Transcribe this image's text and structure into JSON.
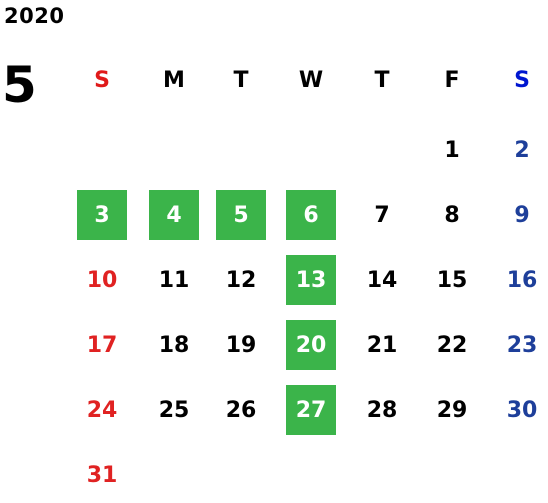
{
  "year": "2020",
  "month": "5",
  "weekdays": [
    "S",
    "M",
    "T",
    "W",
    "T",
    "F",
    "S"
  ],
  "colors": {
    "sunday": "#e02222",
    "saturday": "#1e3f9a",
    "highlight_bg": "#3bb44a",
    "highlight_text": "#ffffff"
  },
  "weeks": [
    [
      "",
      "",
      "",
      "",
      "",
      "1",
      "2"
    ],
    [
      "3",
      "4",
      "5",
      "6",
      "7",
      "8",
      "9"
    ],
    [
      "10",
      "11",
      "12",
      "13",
      "14",
      "15",
      "16"
    ],
    [
      "17",
      "18",
      "19",
      "20",
      "21",
      "22",
      "23"
    ],
    [
      "24",
      "25",
      "26",
      "27",
      "28",
      "29",
      "30"
    ],
    [
      "31",
      "",
      "",
      "",
      "",
      "",
      ""
    ]
  ],
  "highlighted_days": [
    "3",
    "4",
    "5",
    "6",
    "13",
    "20",
    "27"
  ]
}
